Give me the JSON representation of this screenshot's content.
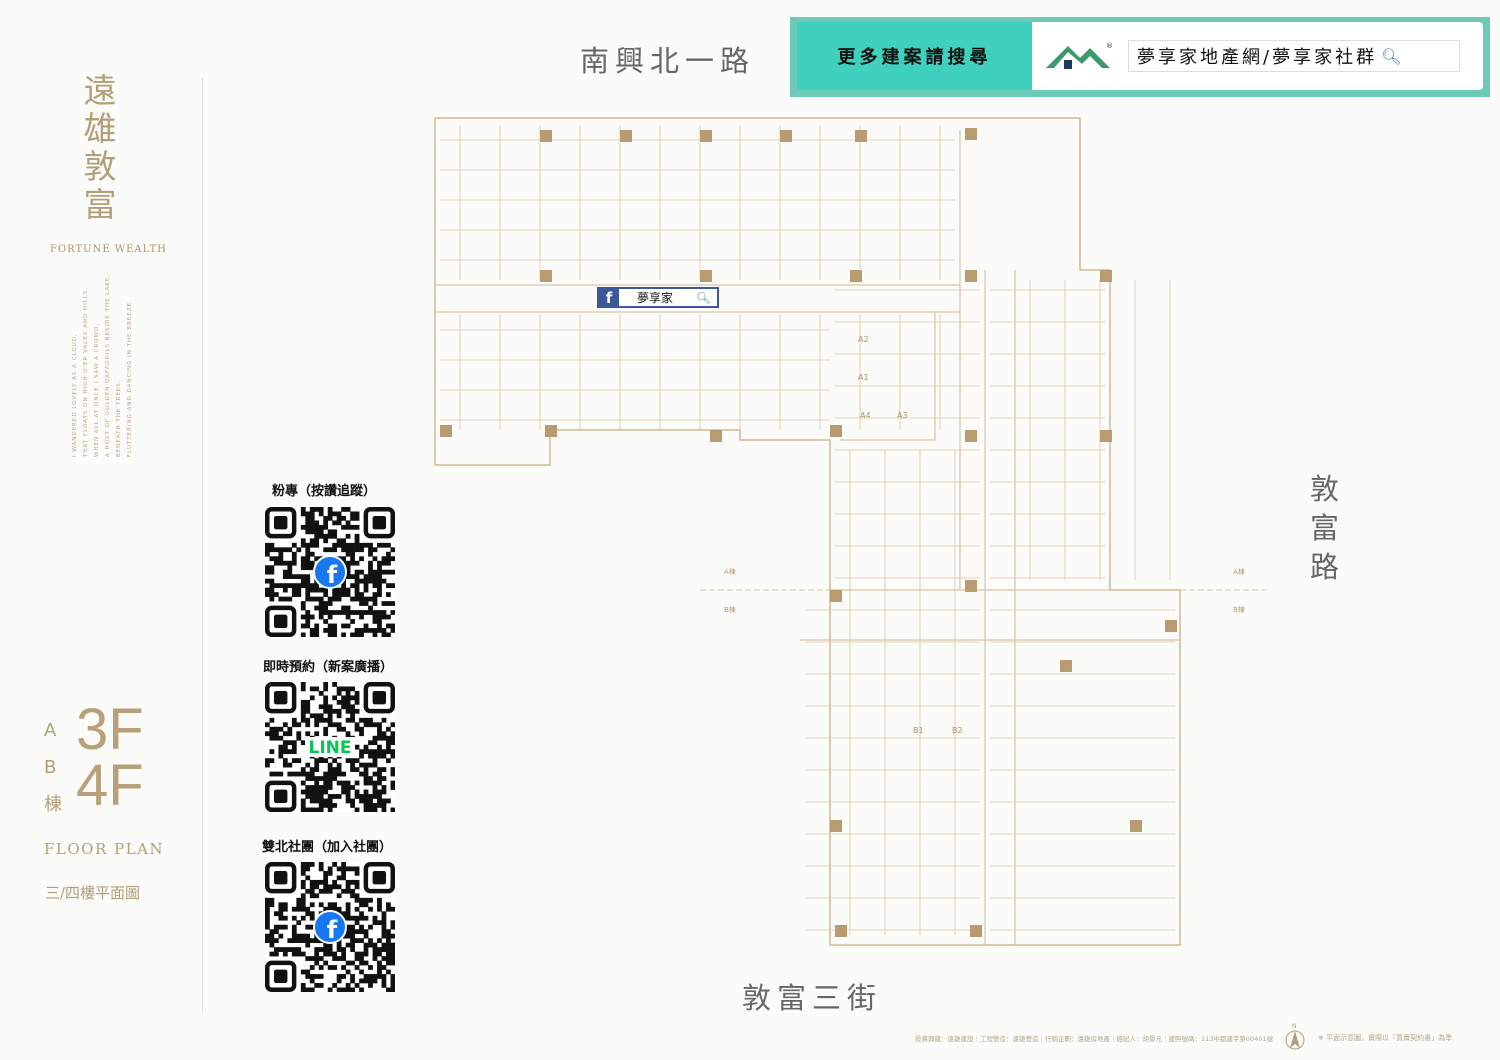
{
  "project": {
    "title_cn": "遠雄敦富",
    "title_en": "FORTUNE WEALTH",
    "poem": [
      "I WANDERED LOVELY AS A CLOUD,",
      "THAT FLOATS ON HIGH O'ER VALES AND HILLS,",
      "WHEN ALL AT ONCE I SAW A CROWD,",
      "A HOST OF GOLDEN DAFFODILS BESIDE THE LAKE,",
      "BENEATH THE TREES,",
      "FLUTTERING AND DANCING IN THE BREEZE."
    ]
  },
  "floor": {
    "buildings": [
      "A",
      "B",
      "棟"
    ],
    "floors": [
      "3F",
      "4F"
    ],
    "label_en": "FLOOR PLAN",
    "label_cn": "三/四樓平面圖"
  },
  "qr": [
    {
      "label": "粉專（按讚追蹤）",
      "logo": "f",
      "color": "#1877f2"
    },
    {
      "label": "即時預約（新案廣播）",
      "logo": "LINE",
      "color": "#06c755"
    },
    {
      "label": "雙北社團（加入社團）",
      "logo": "f",
      "color": "#1877f2"
    }
  ],
  "roads": {
    "top": "南興北一路",
    "right": "敦富路",
    "bottom": "敦富三街"
  },
  "banner": {
    "button": "更多建案請搜尋",
    "search": "夢享家地產網/夢享家社群",
    "accent": "#3fd1bd"
  },
  "fb_search": {
    "text": "夢享家"
  },
  "plan_labels": {
    "a_wing": "A棟",
    "b_wing": "B棟",
    "units": [
      "A1",
      "A2",
      "A3",
      "A4",
      "B1",
      "B2"
    ]
  },
  "footer": {
    "credits": "投資興建：遠雄建設｜工程營造：遠雄營造｜行銷企劃：遠雄房地產｜經紀人：胡景元｜建照號碼：113中都建字第00401號",
    "north": "N",
    "note": "※ 平面示意圖，實際以「買賣契約書」為準"
  }
}
